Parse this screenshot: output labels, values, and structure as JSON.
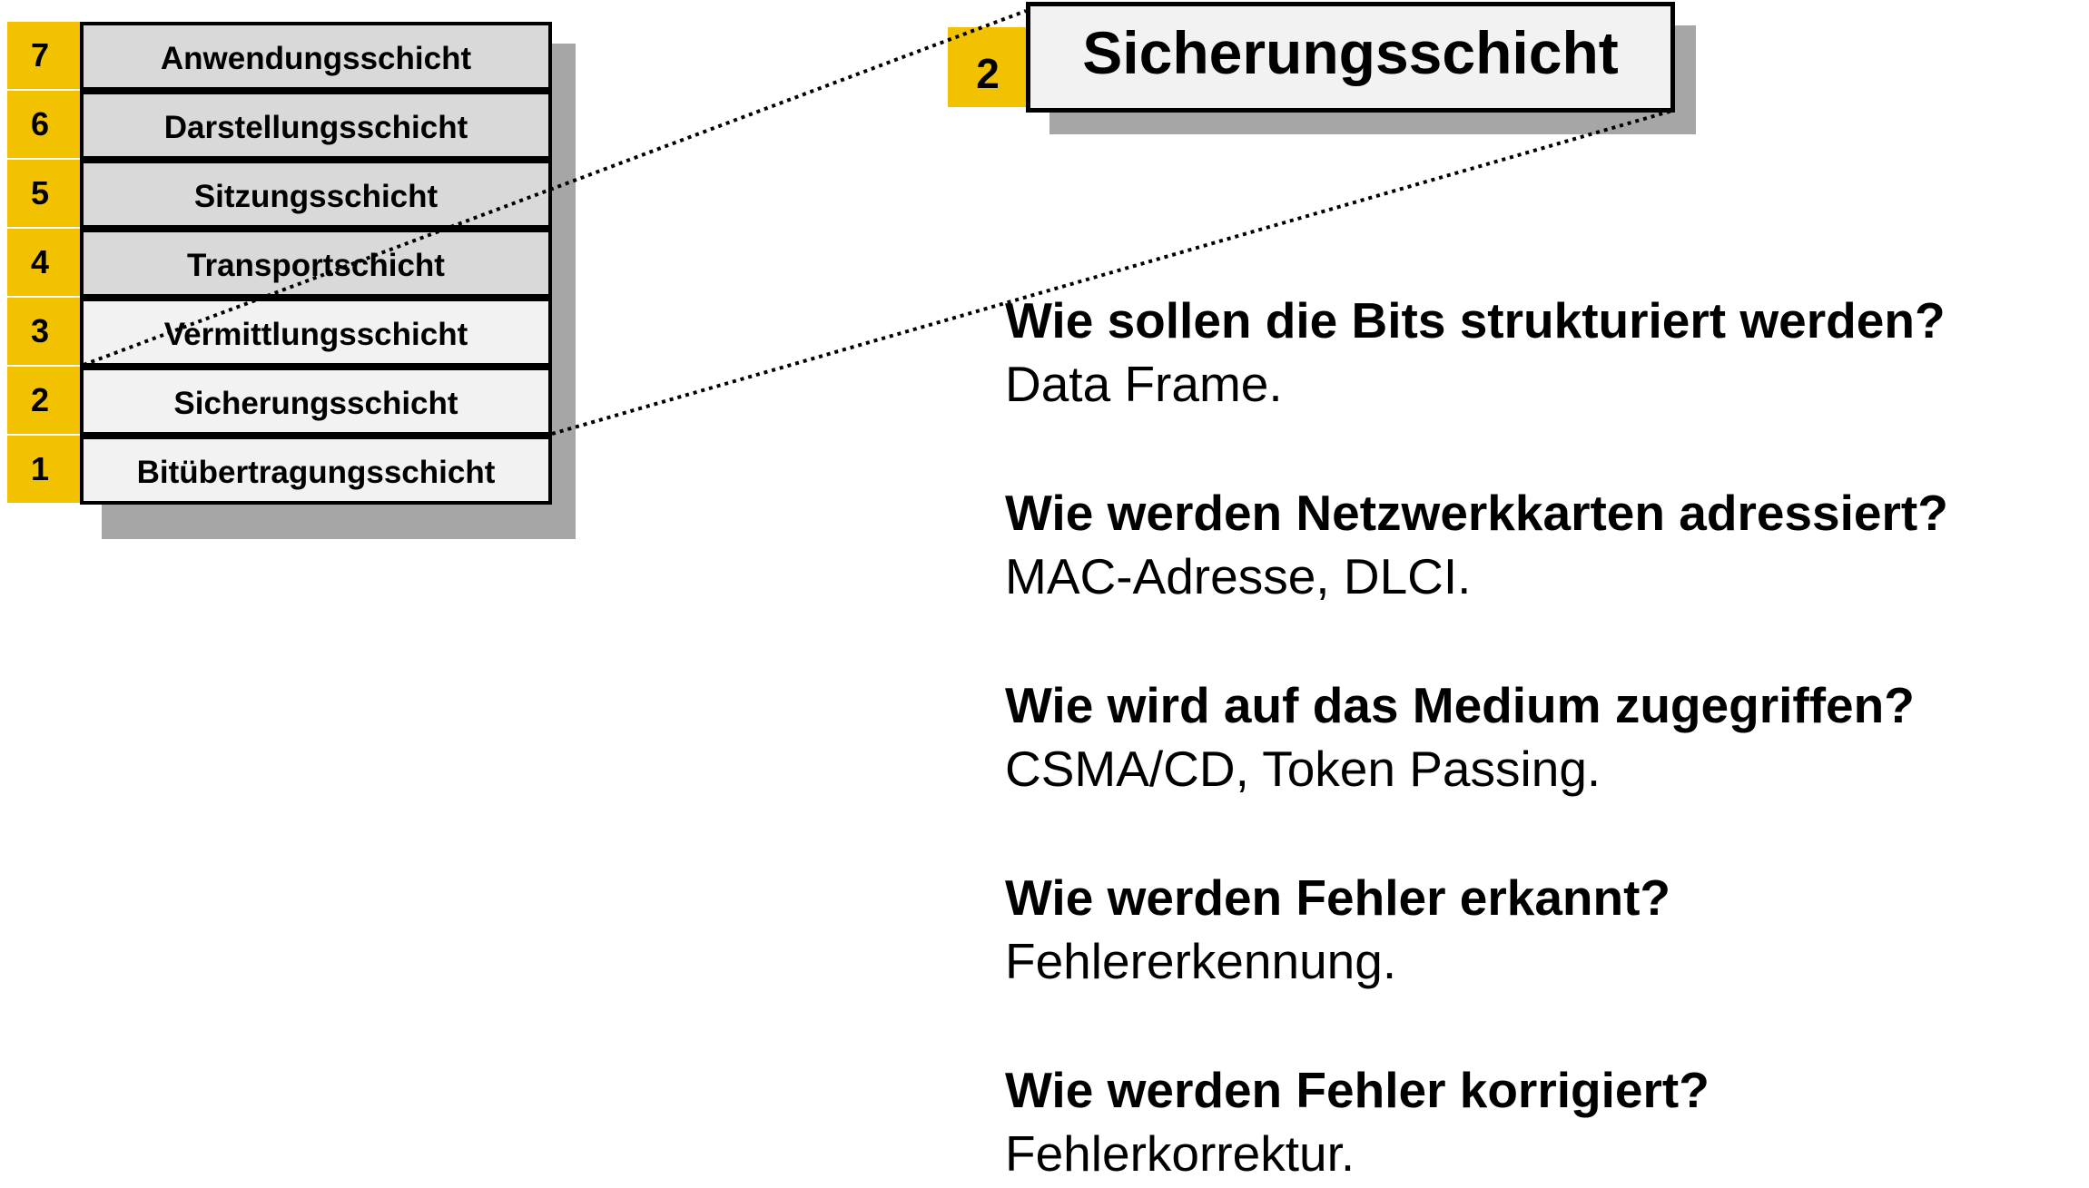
{
  "osi_layers": [
    {
      "number": "7",
      "name": "Anwendungsschicht"
    },
    {
      "number": "6",
      "name": "Darstellungsschicht"
    },
    {
      "number": "5",
      "name": "Sitzungsschicht"
    },
    {
      "number": "4",
      "name": "Transportschicht"
    },
    {
      "number": "3",
      "name": "Vermittlungsschicht"
    },
    {
      "number": "2",
      "name": "Sicherungsschicht"
    },
    {
      "number": "1",
      "name": "Bitübertragungsschicht"
    }
  ],
  "detail": {
    "number": "2",
    "title": "Sicherungsschicht"
  },
  "qa": [
    {
      "question": "Wie sollen die Bits strukturiert werden?",
      "answer": "Data Frame."
    },
    {
      "question": "Wie werden Netzwerkkarten adressiert?",
      "answer": "MAC-Adresse, DLCI."
    },
    {
      "question": "Wie wird auf das Medium zugegriffen?",
      "answer": "CSMA/CD, Token Passing."
    },
    {
      "question": "Wie werden Fehler erkannt?",
      "answer": "Fehlererkennung."
    },
    {
      "question": "Wie  werden Fehler korrigiert?",
      "answer": "Fehlerkorrektur."
    }
  ],
  "colors": {
    "accent_yellow": "#f2c200",
    "box_dark": "#d9d9d9",
    "box_light": "#f2f2f2",
    "shadow": "#a6a6a6"
  }
}
